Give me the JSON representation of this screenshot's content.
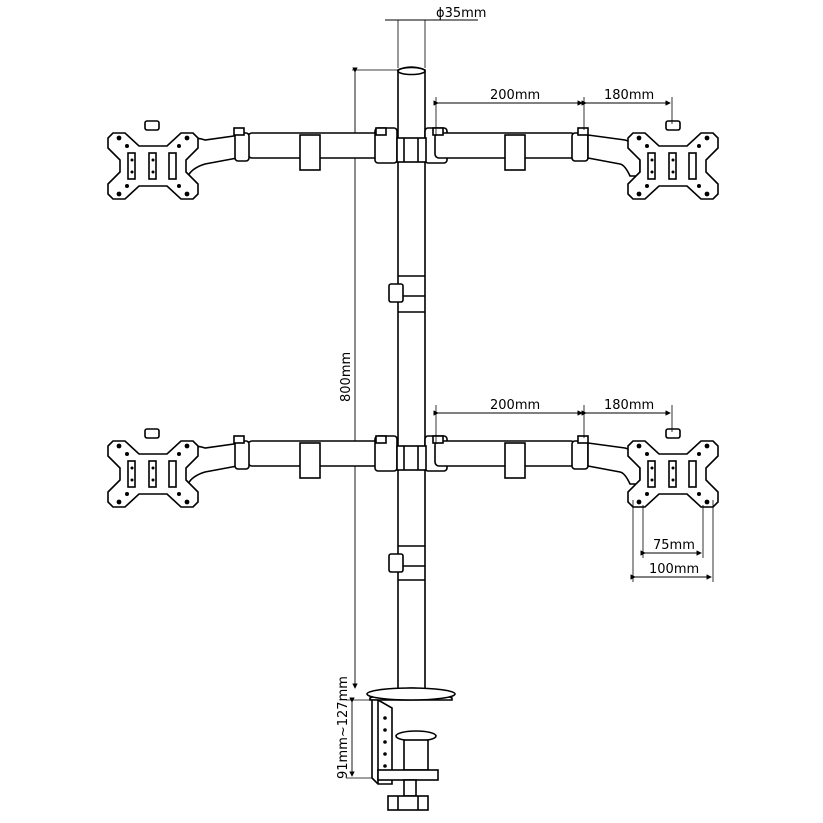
{
  "diagram": {
    "subject": "quad monitor desk mount",
    "pole_diameter": "ϕ35mm",
    "pole_height": "800mm",
    "arm_segment_1": "200mm",
    "arm_segment_2": "180mm",
    "vesa_small": "75mm",
    "vesa_large": "100mm",
    "clamp_range": "91mm~127mm"
  }
}
